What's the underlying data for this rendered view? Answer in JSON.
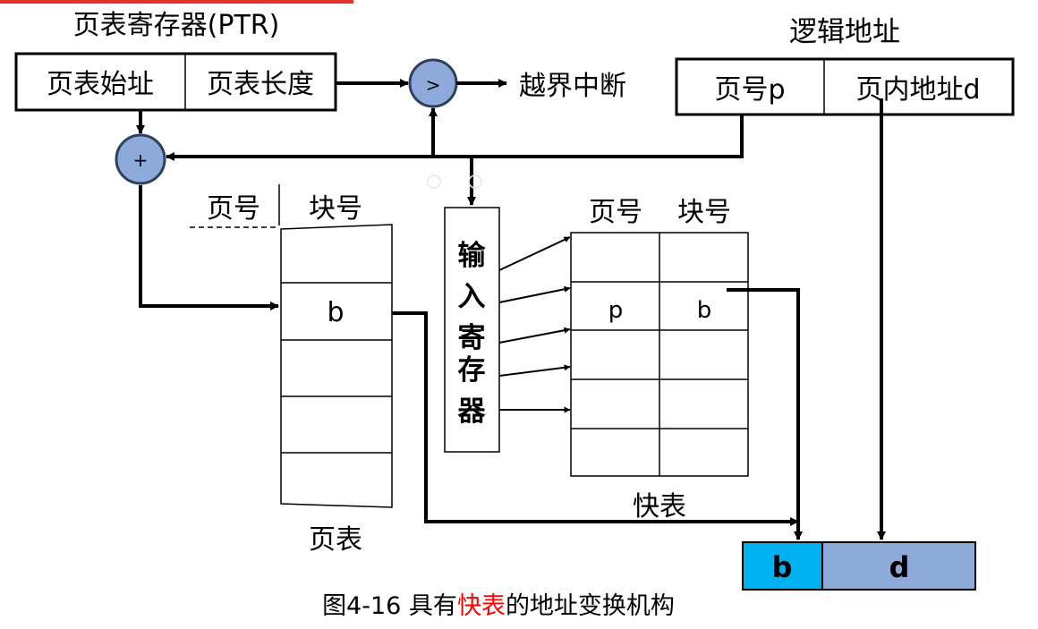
{
  "ptr": {
    "title": "页表寄存器(PTR)",
    "start_label": "页表始址",
    "length_label": "页表长度"
  },
  "compare": {
    "symbol": ">",
    "overflow_label": "越界中断"
  },
  "adder": {
    "symbol": "+"
  },
  "logical_address": {
    "title": "逻辑地址",
    "page_label": "页号p",
    "offset_label": "页内地址d"
  },
  "page_table": {
    "page_header": "页号",
    "block_header": "块号",
    "entry_value": "b",
    "caption": "页表"
  },
  "input_register": {
    "chars": [
      "输",
      "入",
      "寄",
      "存",
      "器"
    ]
  },
  "tlb": {
    "page_header": "页号",
    "block_header": "块号",
    "row_page": "p",
    "row_block": "b",
    "caption": "快表"
  },
  "physical_address": {
    "block": "b",
    "offset": "d"
  },
  "caption": {
    "prefix": "图4-16  具有",
    "highlight": "快表",
    "suffix": "的地址变换机构"
  },
  "colors": {
    "circle_fill": "#8eaadb",
    "block_cell": "#00b0f0",
    "offset_cell": "#8eaadb",
    "highlight": "#ff0000",
    "top_bar": "#e03030"
  }
}
